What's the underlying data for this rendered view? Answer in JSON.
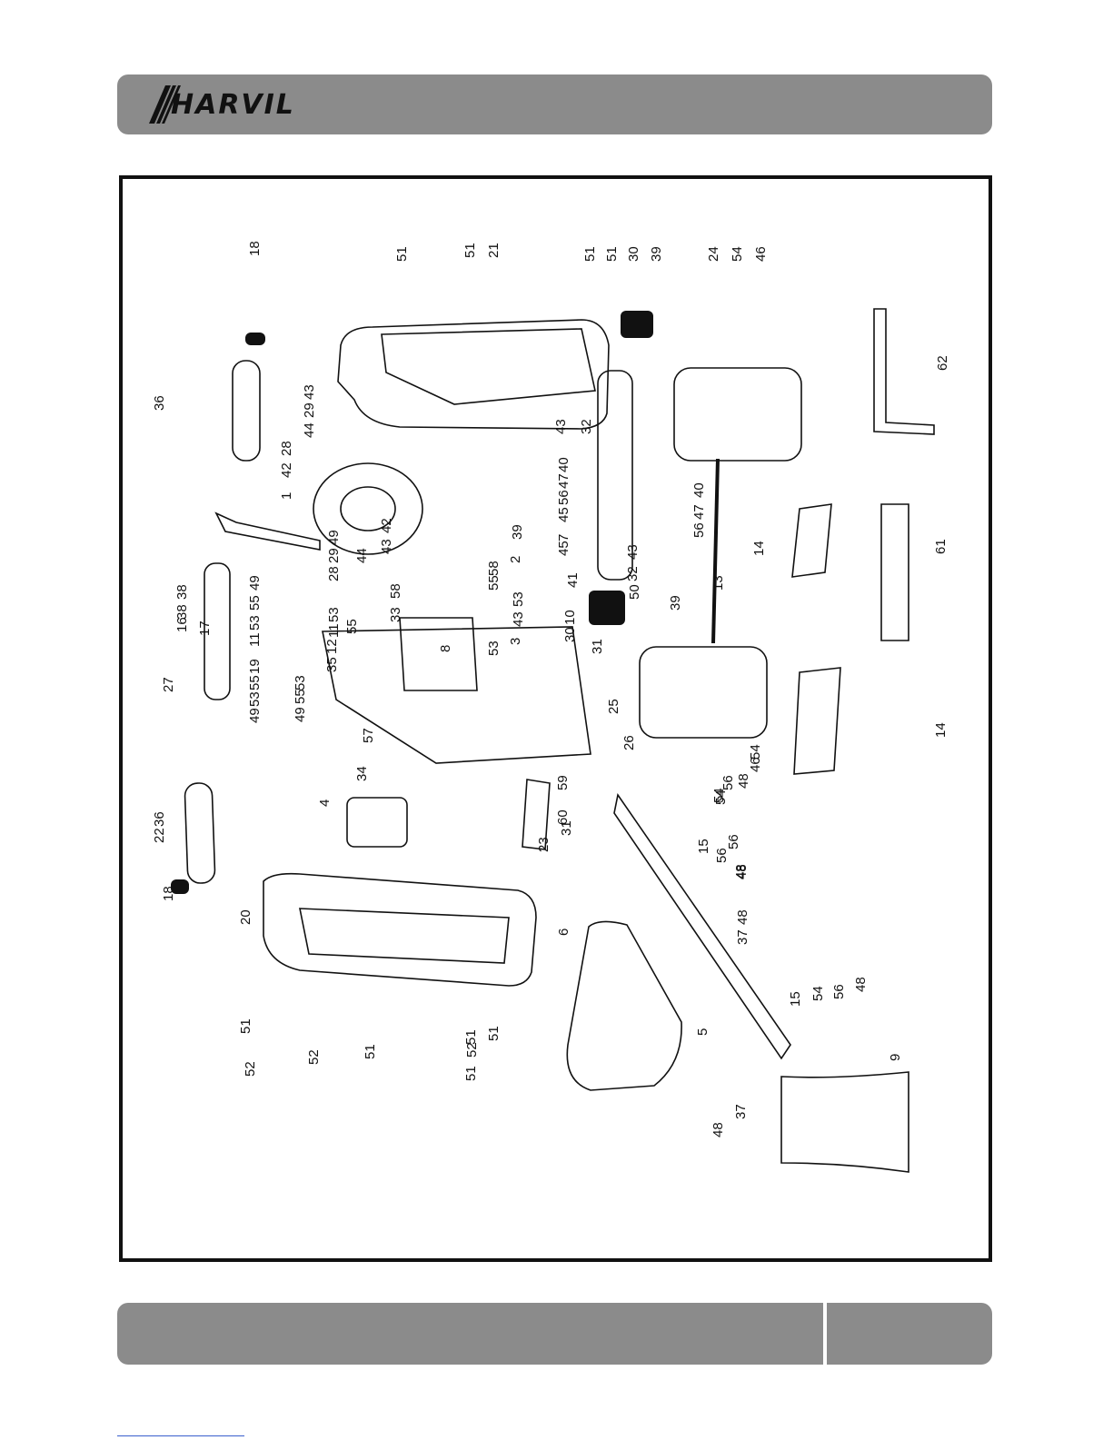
{
  "header": {
    "brand": "HARVIL",
    "bar_color": "#8b8b8b"
  },
  "diagram": {
    "labels": [
      "18",
      "36",
      "1",
      "42",
      "28",
      "44",
      "29",
      "43",
      "51",
      "51",
      "21",
      "51",
      "51",
      "30",
      "39",
      "24",
      "54",
      "46",
      "62",
      "43",
      "32",
      "40",
      "47",
      "56",
      "45",
      "7",
      "40",
      "47",
      "56",
      "45",
      "43",
      "32",
      "2",
      "58",
      "39",
      "3",
      "53",
      "55",
      "41",
      "43",
      "53",
      "10",
      "30",
      "50",
      "39",
      "13",
      "14",
      "61",
      "38",
      "38",
      "16",
      "49",
      "55",
      "53",
      "11",
      "12",
      "35",
      "29",
      "28",
      "49",
      "53",
      "11",
      "55",
      "44",
      "33",
      "58",
      "42",
      "43",
      "17",
      "19",
      "55",
      "53",
      "49",
      "27",
      "49",
      "55",
      "53",
      "8",
      "31",
      "25",
      "26",
      "54",
      "46",
      "48",
      "56",
      "54",
      "57",
      "34",
      "4",
      "59",
      "60",
      "22",
      "36",
      "23",
      "31",
      "15",
      "56",
      "48",
      "54",
      "56",
      "48",
      "18",
      "20",
      "6",
      "37",
      "48",
      "5",
      "15",
      "54",
      "56",
      "48",
      "9",
      "37",
      "48",
      "51",
      "52",
      "51",
      "51",
      "52",
      "51",
      "51",
      "52",
      "14"
    ]
  },
  "footer": {
    "bar_color": "#8b8b8b",
    "page_number": ""
  }
}
